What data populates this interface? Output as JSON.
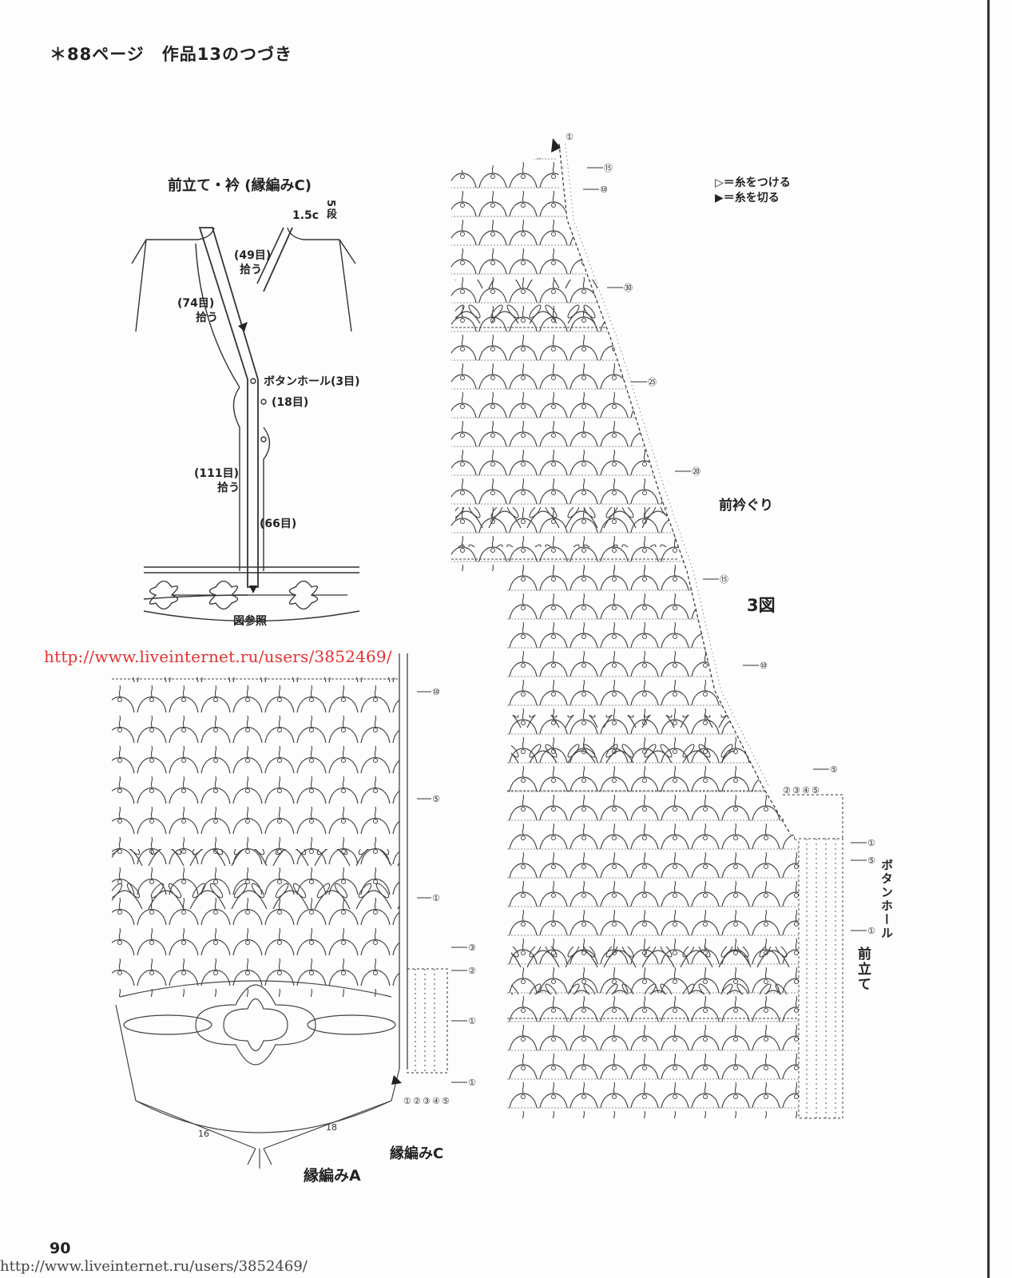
{
  "header": {
    "text": "＊88ページ　作品13のつづき"
  },
  "schematic": {
    "title": "前立て・衿 (縁編みC)",
    "dim_width": "1.5c",
    "dim_rows": "5段",
    "labels": {
      "pick_49": "(49目)",
      "pick_49_sub": "拾う",
      "pick_74": "(74目)",
      "pick_74_sub": "拾う",
      "buttonhole": "ボタンホール(3目)",
      "st_18": "(18目)",
      "pick_111": "(111目)",
      "pick_111_sub": "拾う",
      "st_66": "(66目)",
      "see_figure": "図参照"
    }
  },
  "watermark_top": "http://www.liveinternet.ru/users/3852469/",
  "legend": {
    "attach": "▷＝糸をつける",
    "cut": "▶＝糸を切る"
  },
  "right_chart": {
    "label_neck": "前衿ぐり",
    "label_fig": "3図",
    "label_buttonhole": "ボタンホール",
    "label_placket": "前立て",
    "row_marks": [
      "①",
      "⑮",
      "⑩",
      "㉚",
      "㉕",
      "⑳",
      "⑮",
      "⑩",
      "⑤",
      "①",
      "⑤",
      "①"
    ],
    "bottom_marks": [
      "②",
      "③",
      "④",
      "⑤"
    ]
  },
  "left_chart": {
    "row_marks": [
      "⑩",
      "⑤",
      "①",
      "③",
      "②",
      "①",
      "①"
    ],
    "bottom_marks": [
      "①",
      "②",
      "③",
      "④",
      "⑤"
    ],
    "label_edge_c": "縁編みC",
    "label_edge_a": "縁編みA",
    "count_16": "16",
    "count_18": "18"
  },
  "page_number": "90",
  "watermark_bottom": "http://www.liveinternet.ru/users/3852469/"
}
